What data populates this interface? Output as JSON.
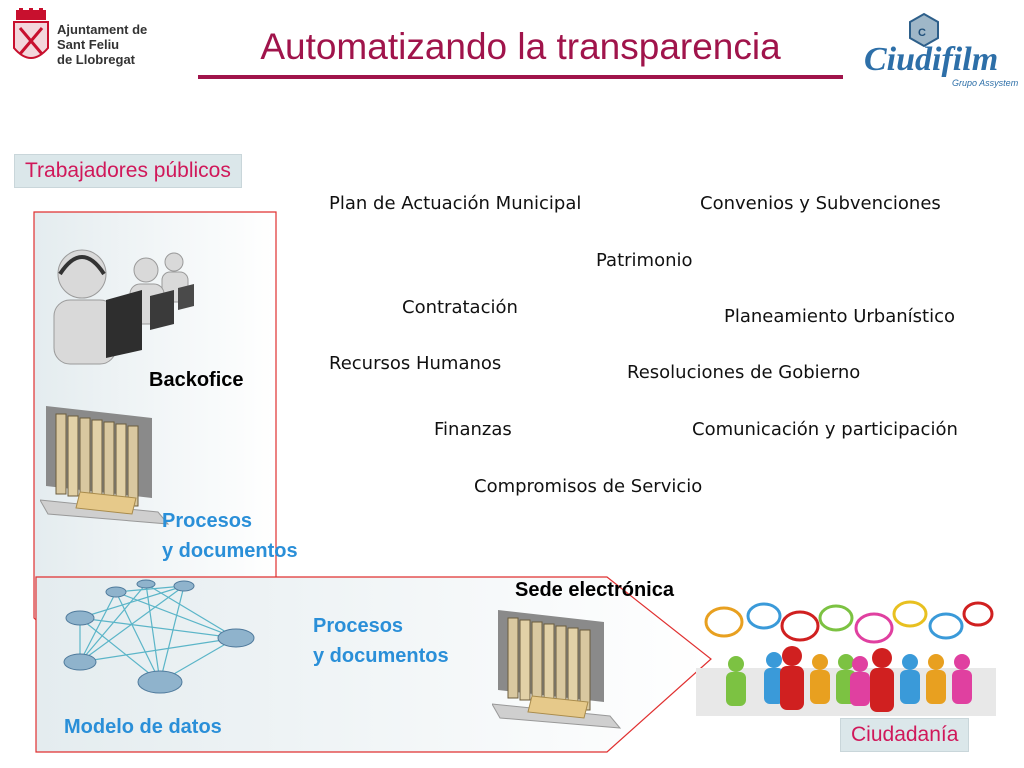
{
  "header": {
    "title": "Automatizando la transparencia",
    "ajuntament": "Ajuntament de\nSant Feliu\nde Llobregat",
    "brand": "Ciudifilm",
    "brand_sub": "Grupo Assystem",
    "colors": {
      "title": "#a0144b",
      "accent_line": "#a0144b",
      "label_text": "#d0185a",
      "label_bg": "#dbe7ea",
      "blue_label": "#2a8fd8",
      "frame": "#e03030"
    }
  },
  "labels": {
    "workers": "Trabajadores públicos",
    "backoffice": "Backofice",
    "processes_top_1": "Procesos",
    "processes_top_2": "y documentos",
    "processes_bottom_1": "Procesos",
    "processes_bottom_2": "y documentos",
    "data_model": "Modelo de datos",
    "sede": "Sede electrónica",
    "citizens": "Ciudadanía"
  },
  "topics": [
    "Plan de Actuación Municipal",
    "Convenios y Subvenciones",
    "Patrimonio",
    "Contratación",
    "Planeamiento Urbanístico",
    "Recursos Humanos",
    "Resoluciones de Gobierno",
    "Finanzas",
    "Comunicación y participación",
    "Compromisos de Servicio"
  ]
}
